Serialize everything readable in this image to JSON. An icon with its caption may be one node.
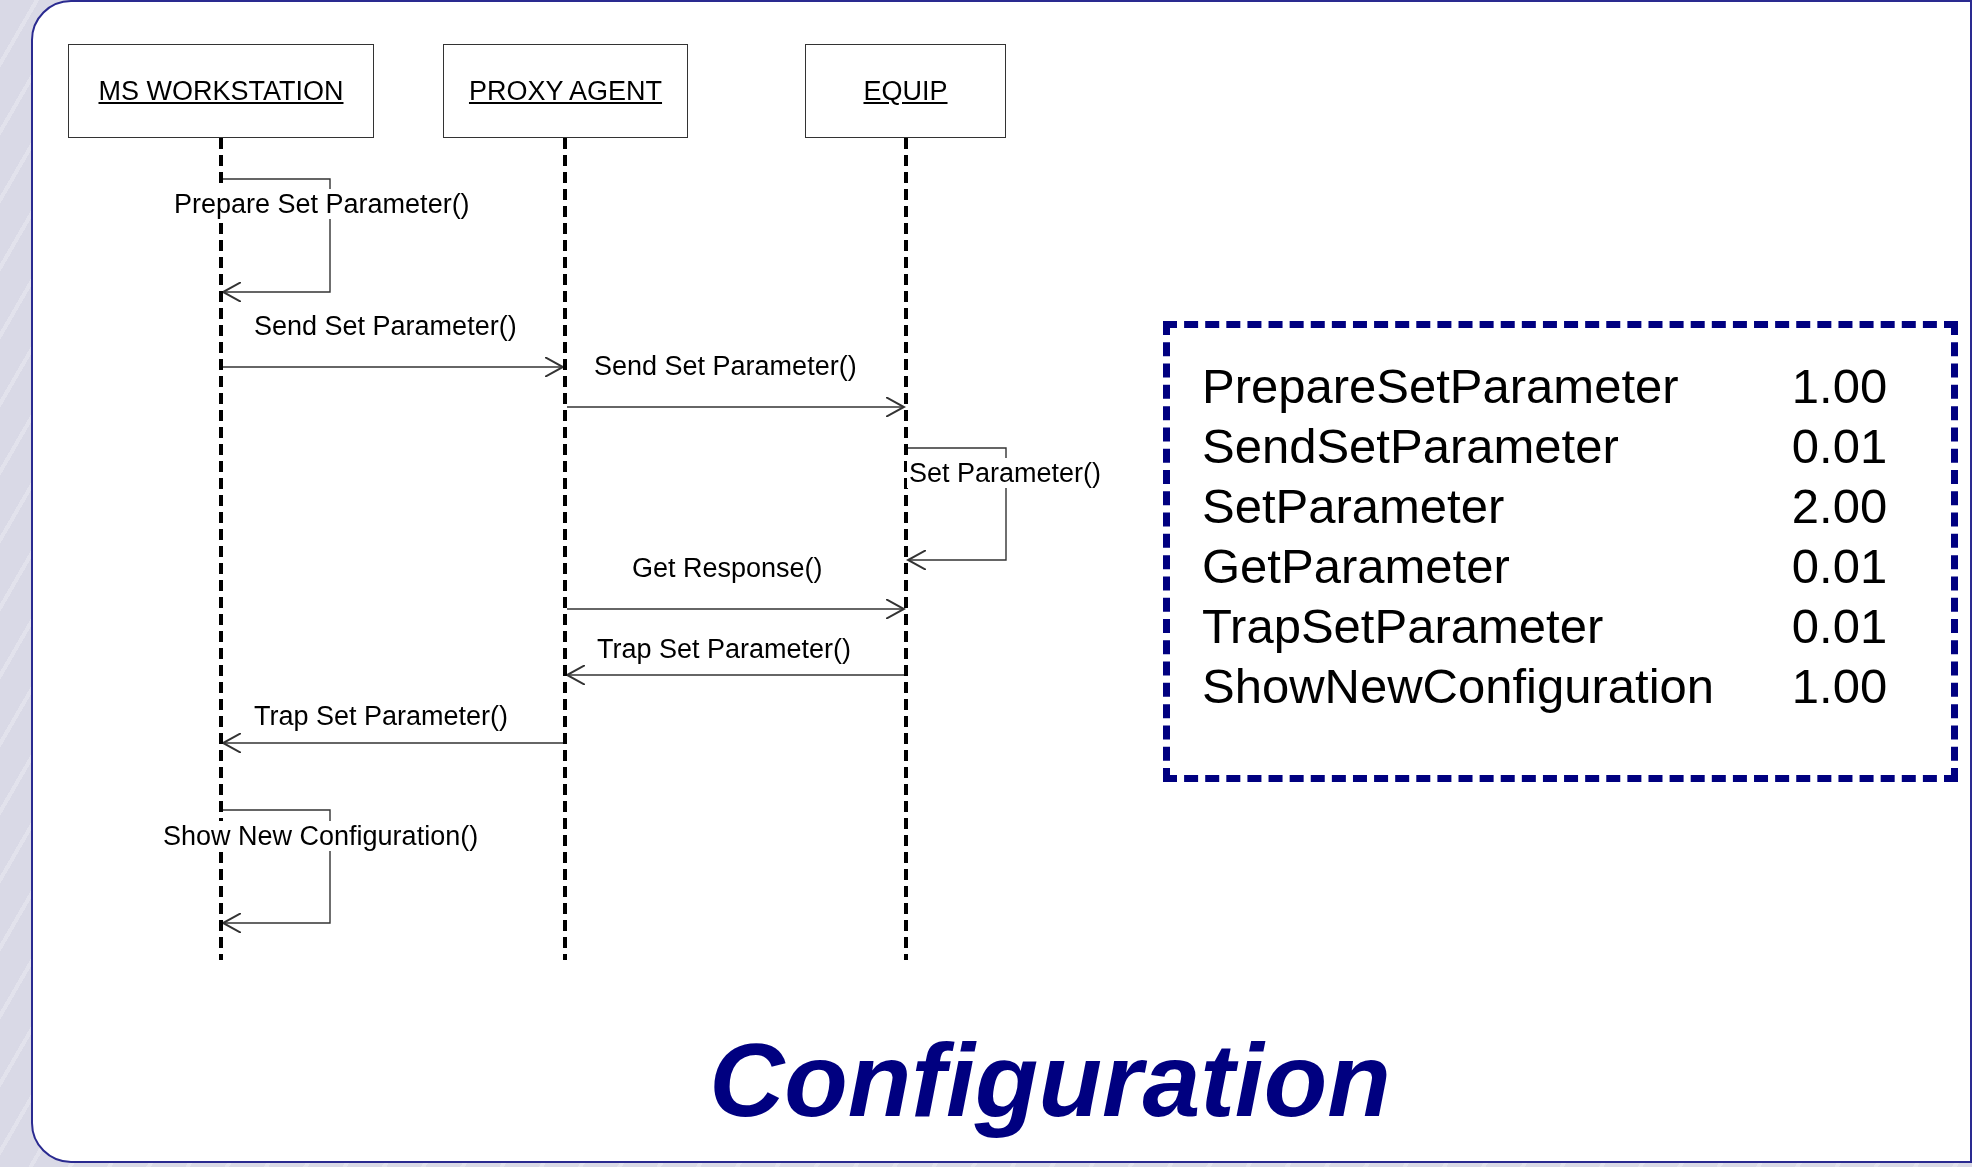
{
  "diagram": {
    "title": "Configuration",
    "nodes": [
      {
        "text": [
          "MS WORKSTATION"
        ]
      },
      {
        "text": [
          "PROXY AGENT"
        ]
      },
      {
        "text": [
          "EQUIP"
        ]
      },
      {
        "text": [],
        "shape": "bar"
      },
      {
        "text": [],
        "shape": "bar"
      },
      {
        "text": [],
        "shape": "bar"
      },
      {
        "text": [
          "PrepareSetParameter",
          "1.00",
          "SendSetParameter",
          "0.01",
          "SetParameter",
          "2.00",
          "GetParameter",
          "0.01",
          "TrapSetParameter",
          "0.01",
          "ShowNewConfiguration",
          "1.00"
        ]
      }
    ],
    "edges": [
      {
        "from": 3,
        "to": 3,
        "arrow": "to",
        "label": "Prepare Set Parameter()"
      },
      {
        "from": 3,
        "to": 4,
        "arrow": "to",
        "label": "Send Set Parameter()"
      },
      {
        "from": 4,
        "to": 5,
        "arrow": "to",
        "label": "Send Set Parameter()"
      },
      {
        "from": 5,
        "to": 5,
        "arrow": "to",
        "label": "Set Parameter()"
      },
      {
        "from": 4,
        "to": 5,
        "arrow": "to",
        "label": "Get Response()"
      },
      {
        "from": 5,
        "to": 4,
        "arrow": "to",
        "label": "Trap Set Parameter()"
      },
      {
        "from": 4,
        "to": 3,
        "arrow": "to",
        "label": "Trap Set Parameter()"
      },
      {
        "from": 3,
        "to": 3,
        "arrow": "to",
        "label": "Show New Configuration()"
      }
    ]
  }
}
